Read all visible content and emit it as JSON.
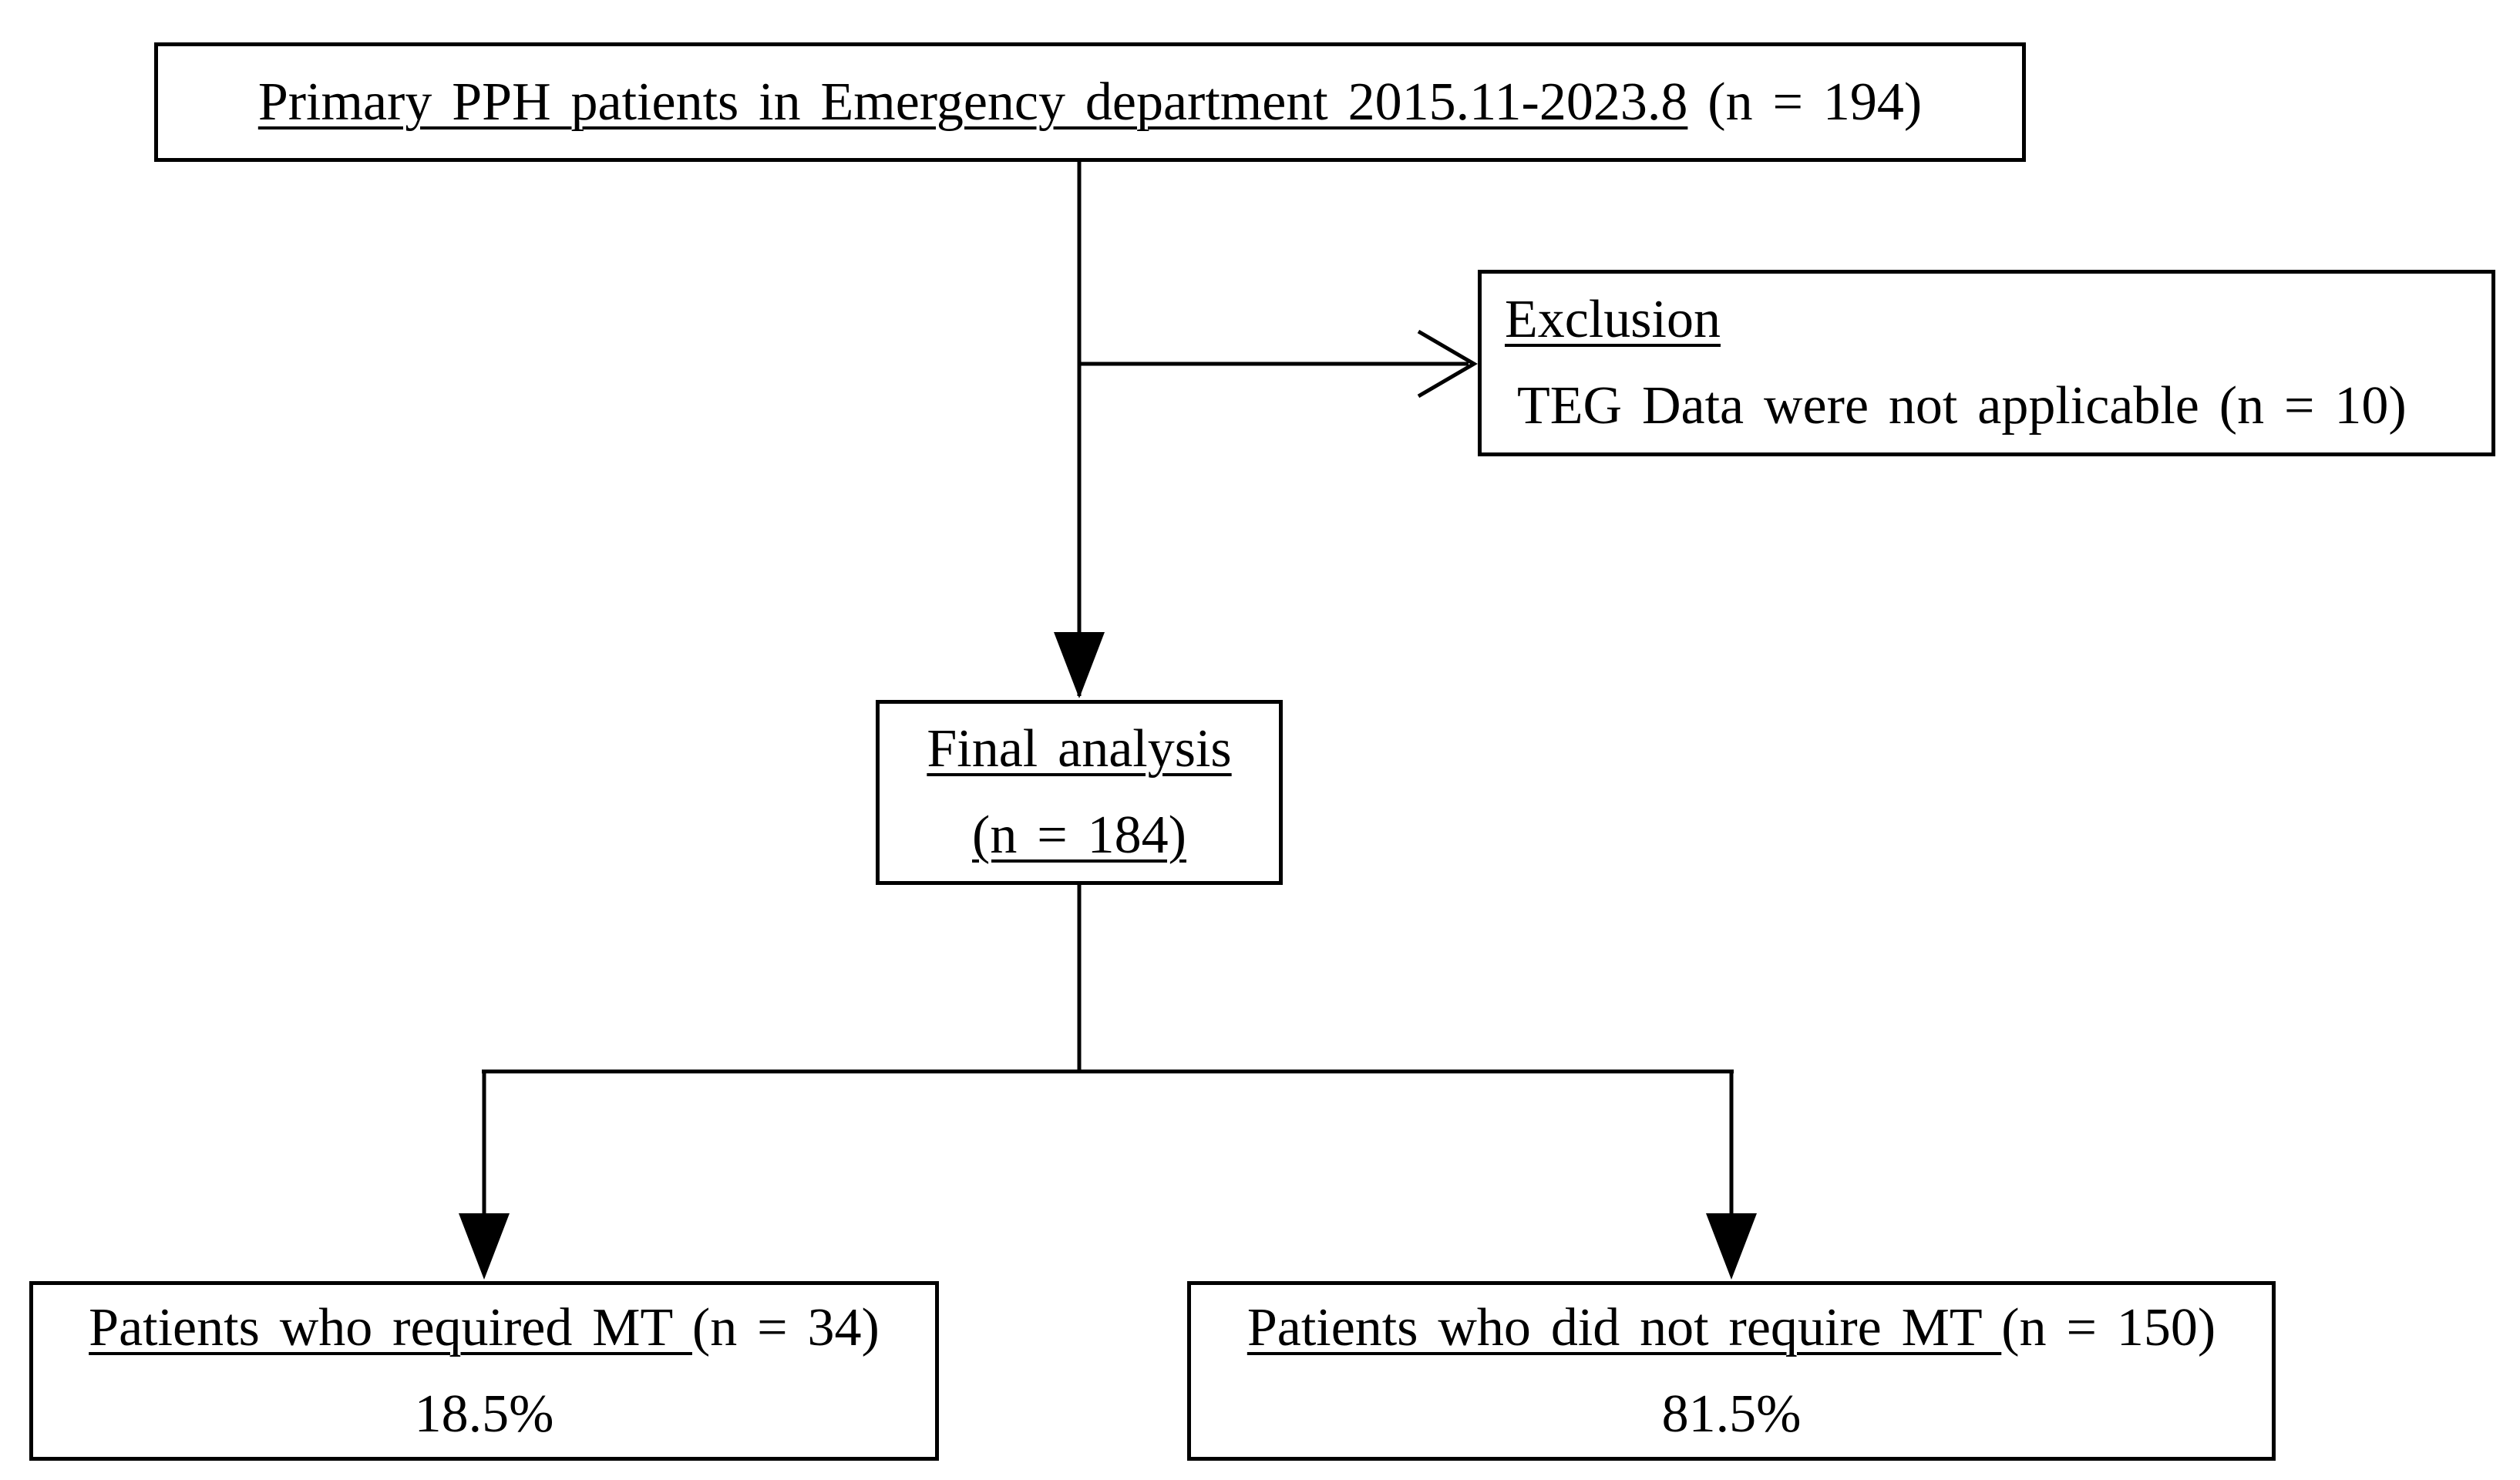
{
  "diagram": {
    "colors": {
      "background": "#ffffff",
      "line": "#000000",
      "text": "#000000"
    },
    "top_box": {
      "underlined_text": "Primary PPH patients in Emergency department 2015.11-2023.8",
      "suffix_text": " (n = 194)"
    },
    "exclusion_box": {
      "heading": "Exclusion",
      "detail": "TEG Data were not applicable (n = 10)"
    },
    "final_analysis_box": {
      "line1": "Final analysis",
      "line2": "(n = 184)"
    },
    "required_mt_box": {
      "underlined_text": "Patients who required MT ",
      "suffix_text": "(n = 34)",
      "percentage": "18.5%"
    },
    "not_required_mt_box": {
      "underlined_text": "Patients who did not require MT ",
      "suffix_text": "(n = 150)",
      "percentage": "81.5%"
    }
  }
}
